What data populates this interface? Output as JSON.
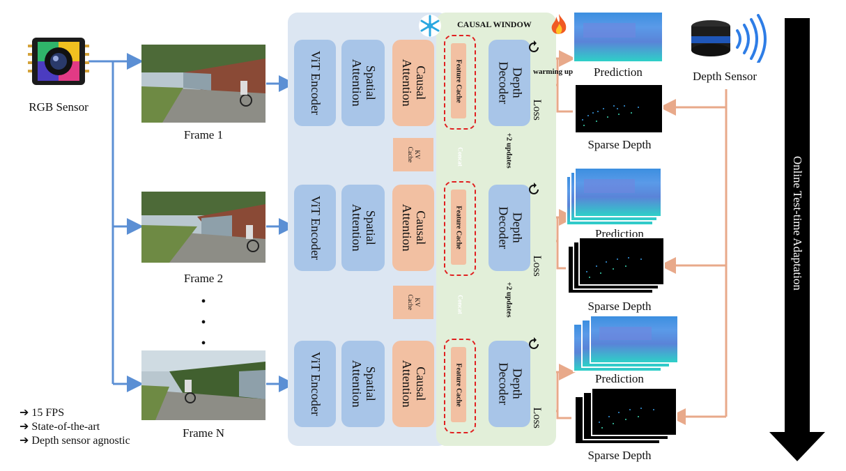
{
  "rgb_sensor": {
    "label": "RGB Sensor"
  },
  "depth_sensor": {
    "label": "Depth Sensor"
  },
  "frames": [
    {
      "label": "Frame 1"
    },
    {
      "label": "Frame 2"
    },
    {
      "label": "Frame N"
    }
  ],
  "ellipsis": "•\n•\n•",
  "modules": {
    "vit_encoder": "ViT Encoder",
    "spatial_attention": "Spatial Attention",
    "causal_attention": "Causal Attention",
    "kv_cache": "KV Cache",
    "feature_cache": "Feature Cache",
    "depth_decoder": "Depth Decoder",
    "concat": "Concat",
    "updates": "+2 updates",
    "loss": "Loss",
    "warming_up": "warming up"
  },
  "causal_window": "CAUSAL WINDOW",
  "outputs": {
    "prediction": "Prediction",
    "sparse_depth": "Sparse Depth"
  },
  "side_bar": "Online Test-time Adaptation",
  "features": [
    "15 FPS",
    "State-of-the-art",
    "Depth sensor agnostic"
  ],
  "colors": {
    "blue_panel": "#dce6f2",
    "green_panel": "#e2efd9",
    "module_blue": "#a8c5e8",
    "module_orange": "#f2c0a2",
    "arrow_blue": "#5b8fd4",
    "arrow_orange": "#e8a98a",
    "dash_red": "#e02020"
  },
  "icons": {
    "rgb_sensor": "camera-chip-icon",
    "depth_sensor": "lidar-icon",
    "frozen": "snowflake-icon",
    "trainable": "fire-icon",
    "update": "refresh-icon"
  }
}
